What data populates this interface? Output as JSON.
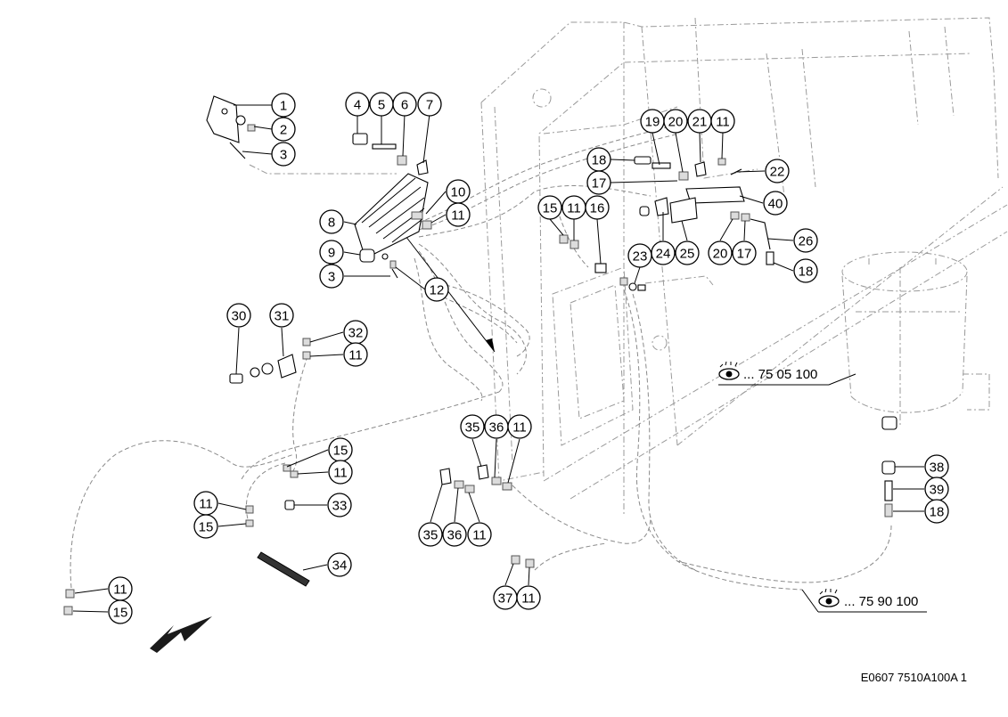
{
  "drawing_code": "E0607 7510A100A 1",
  "references": [
    {
      "id": "ref-75-05-100",
      "text": "... 75 05 100",
      "icon": "eye-icon"
    },
    {
      "id": "ref-75-90-100",
      "text": "... 75 90 100",
      "icon": "eye-icon"
    }
  ],
  "callouts": [
    {
      "label": "1"
    },
    {
      "label": "2"
    },
    {
      "label": "3"
    },
    {
      "label": "4"
    },
    {
      "label": "5"
    },
    {
      "label": "6"
    },
    {
      "label": "7"
    },
    {
      "label": "8"
    },
    {
      "label": "9"
    },
    {
      "label": "3"
    },
    {
      "label": "10"
    },
    {
      "label": "11"
    },
    {
      "label": "12"
    },
    {
      "label": "15"
    },
    {
      "label": "11"
    },
    {
      "label": "16"
    },
    {
      "label": "18"
    },
    {
      "label": "17"
    },
    {
      "label": "19"
    },
    {
      "label": "20"
    },
    {
      "label": "21"
    },
    {
      "label": "11"
    },
    {
      "label": "22"
    },
    {
      "label": "40"
    },
    {
      "label": "24"
    },
    {
      "label": "25"
    },
    {
      "label": "20"
    },
    {
      "label": "17"
    },
    {
      "label": "26"
    },
    {
      "label": "18"
    },
    {
      "label": "23"
    },
    {
      "label": "30"
    },
    {
      "label": "31"
    },
    {
      "label": "32"
    },
    {
      "label": "11"
    },
    {
      "label": "15"
    },
    {
      "label": "11"
    },
    {
      "label": "11"
    },
    {
      "label": "15"
    },
    {
      "label": "33"
    },
    {
      "label": "34"
    },
    {
      "label": "11"
    },
    {
      "label": "15"
    },
    {
      "label": "35"
    },
    {
      "label": "36"
    },
    {
      "label": "11"
    },
    {
      "label": "35"
    },
    {
      "label": "36"
    },
    {
      "label": "11"
    },
    {
      "label": "37"
    },
    {
      "label": "11"
    },
    {
      "label": "38"
    },
    {
      "label": "39"
    },
    {
      "label": "18"
    }
  ]
}
